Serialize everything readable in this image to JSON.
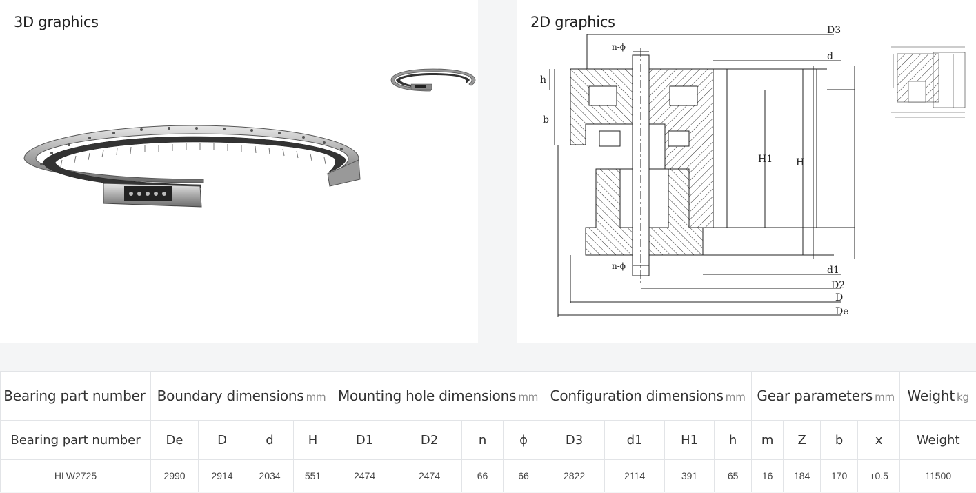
{
  "graphics": {
    "title_3d": "3D graphics",
    "title_2d": "2D graphics",
    "drawing_labels": {
      "D3": "D3",
      "d": "d",
      "n_phi_top": "n-ϕ",
      "h": "h",
      "b": "b",
      "H1": "H1",
      "H": "H",
      "n_phi_bottom": "n-ϕ",
      "d1": "d1",
      "D2": "D2",
      "D": "D",
      "De": "De"
    }
  },
  "table": {
    "groups": [
      {
        "label": "Bearing part number",
        "unit": ""
      },
      {
        "label": "Boundary dimensions",
        "unit": "mm"
      },
      {
        "label": "Mounting hole dimensions",
        "unit": "mm"
      },
      {
        "label": "Configuration dimensions",
        "unit": "mm"
      },
      {
        "label": "Gear parameters",
        "unit": "mm"
      },
      {
        "label": "Weight",
        "unit": "kg"
      }
    ],
    "columns": [
      "Bearing part number",
      "De",
      "D",
      "d",
      "H",
      "D1",
      "D2",
      "n",
      "ϕ",
      "D3",
      "d1",
      "H1",
      "h",
      "m",
      "Z",
      "b",
      "x",
      "Weight"
    ],
    "rows": [
      [
        "HLW2725",
        "2990",
        "2914",
        "2034",
        "551",
        "2474",
        "2474",
        "66",
        "66",
        "2822",
        "2114",
        "391",
        "65",
        "16",
        "184",
        "170",
        "+0.5",
        "11500"
      ]
    ]
  }
}
